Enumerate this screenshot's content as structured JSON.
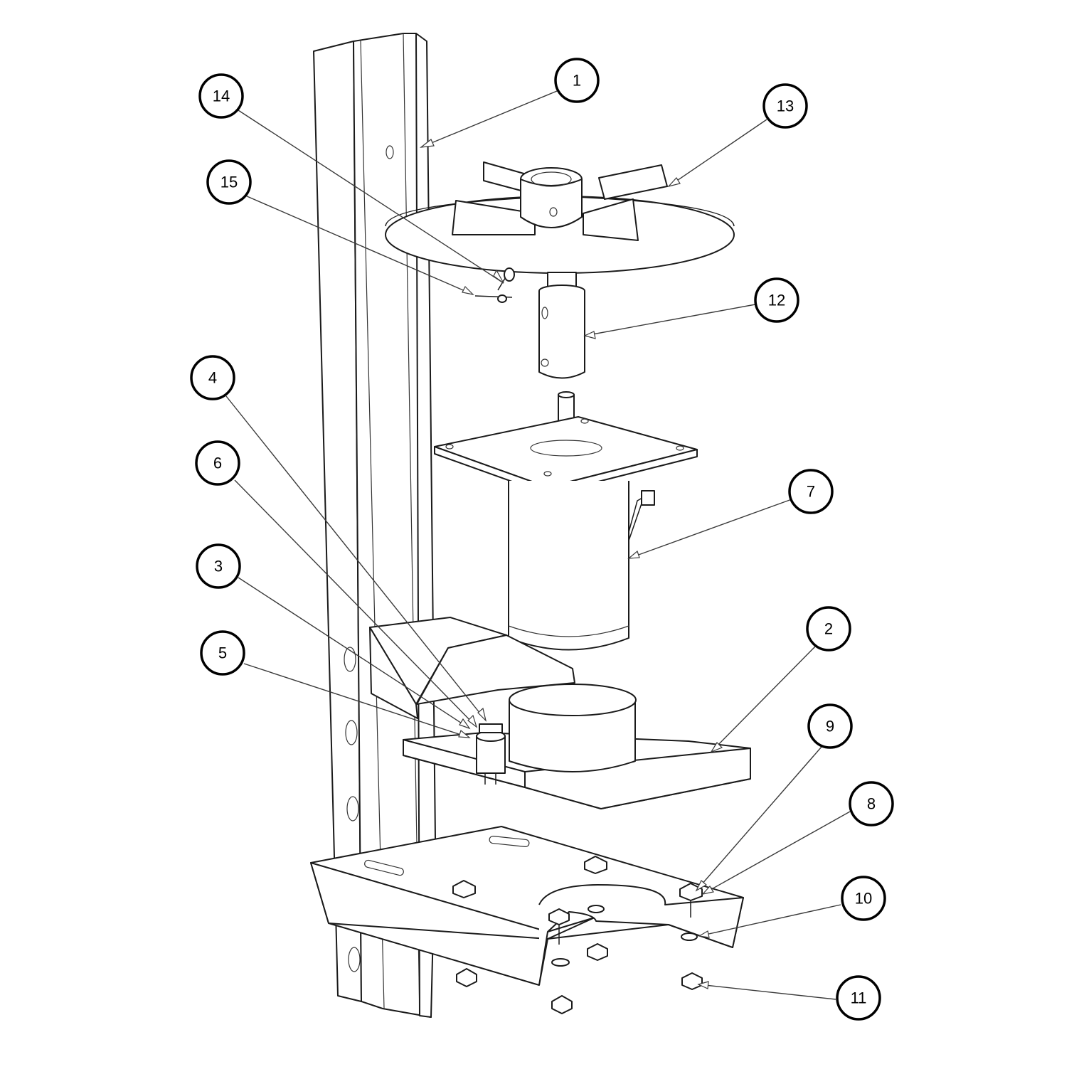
{
  "callouts": [
    {
      "id": "callout-1",
      "label": "1"
    },
    {
      "id": "callout-2",
      "label": "2"
    },
    {
      "id": "callout-3",
      "label": "3"
    },
    {
      "id": "callout-4",
      "label": "4"
    },
    {
      "id": "callout-5",
      "label": "5"
    },
    {
      "id": "callout-6",
      "label": "6"
    },
    {
      "id": "callout-7",
      "label": "7"
    },
    {
      "id": "callout-8",
      "label": "8"
    },
    {
      "id": "callout-9",
      "label": "9"
    },
    {
      "id": "callout-10",
      "label": "10"
    },
    {
      "id": "callout-11",
      "label": "11"
    },
    {
      "id": "callout-12",
      "label": "12"
    },
    {
      "id": "callout-13",
      "label": "13"
    },
    {
      "id": "callout-14",
      "label": "14"
    },
    {
      "id": "callout-15",
      "label": "15"
    }
  ],
  "colors": {
    "line": "#1a1a1a",
    "background": "#ffffff"
  }
}
